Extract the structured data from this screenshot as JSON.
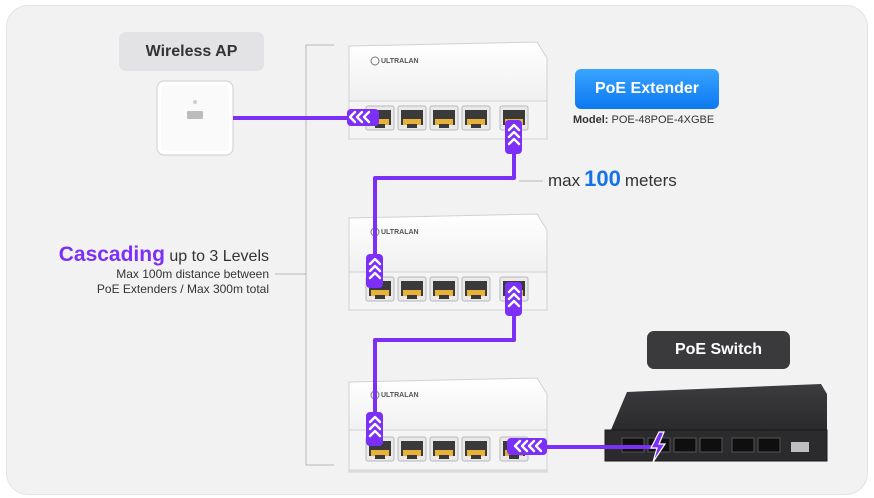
{
  "wireless_ap": {
    "label": "Wireless AP"
  },
  "poe_extender": {
    "label": "PoE Extender",
    "model_label": "Model:",
    "model_value": "POE-48POE-4XGBE",
    "brand": "ULTRALAN"
  },
  "distance": {
    "prefix": "max",
    "value": "100",
    "unit": "meters"
  },
  "cascading": {
    "highlight": "Cascading",
    "rest": "up to 3 Levels",
    "line1": "Max 100m distance between",
    "line2": "PoE Extenders / Max 300m total"
  },
  "poe_switch": {
    "label": "PoE Switch"
  },
  "colors": {
    "cable": "#7b2ff7",
    "accent_blue": "#1473e6",
    "port_gold": "#e8b23a",
    "switch_dark": "#2b2b2d"
  },
  "icons": [
    "chevron-arrow-icon",
    "lightning-icon"
  ]
}
